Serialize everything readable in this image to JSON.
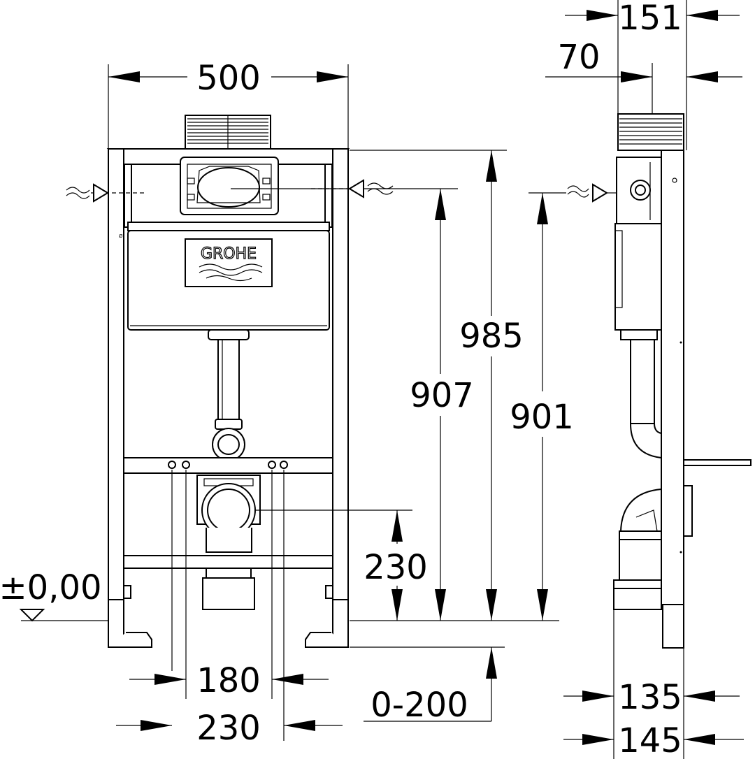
{
  "dimensions": {
    "width_500": "500",
    "height_985": "985",
    "height_907": "907",
    "height_901": "901",
    "height_230": "230",
    "floor_level": "±0,00",
    "spacing_180": "180",
    "spacing_230": "230",
    "adjust_0_200": "0-200",
    "depth_151": "151",
    "depth_70": "70",
    "depth_135": "135",
    "depth_145": "145"
  },
  "logo": {
    "text": "GROHE"
  },
  "colors": {
    "line": "#000000",
    "background": "#ffffff"
  }
}
